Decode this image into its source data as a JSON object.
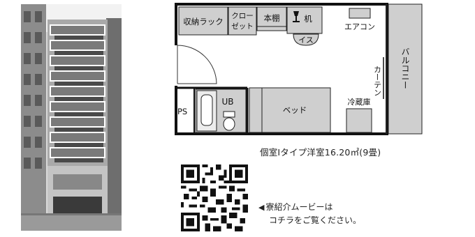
{
  "floorplan": {
    "rack_label": "収納ラック",
    "closet_line1": "クロー",
    "closet_line2": "ゼット",
    "bookshelf_label": "本棚",
    "desk_label": "机",
    "chair_label": "イス",
    "aircon_label": "エアコン",
    "curtain_label": "カーテン",
    "balcony_label": "バルコニー",
    "ps_label": "PS",
    "ub_label": "UB",
    "bed_label": "ベッド",
    "fridge_label": "冷蔵庫"
  },
  "caption": "個室Iタイプ洋室16.20㎡(9畳)",
  "movie_link": {
    "arrow": "◀",
    "line1": "寮紹介ムービーは",
    "line2": "コチラをご覧ください。"
  }
}
